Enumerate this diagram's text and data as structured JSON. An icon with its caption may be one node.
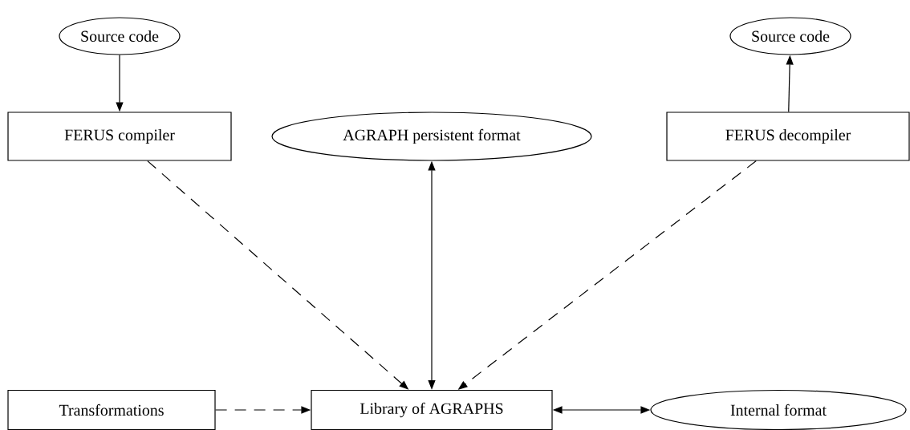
{
  "diagram": {
    "nodes": [
      {
        "text": [
          "Source code"
        ]
      },
      {
        "text": [
          "FERUS compiler"
        ]
      },
      {
        "text": [
          "AGRAPH persistent format"
        ]
      },
      {
        "text": [
          "Source code"
        ]
      },
      {
        "text": [
          "FERUS decompiler"
        ]
      },
      {
        "text": [
          "Transformations"
        ]
      },
      {
        "text": [
          "Library of AGRAPHS"
        ]
      },
      {
        "text": [
          "Internal format"
        ]
      }
    ],
    "edges": [
      {
        "from": 0,
        "to": 1,
        "arrow": "to"
      },
      {
        "from": 1,
        "to": 6,
        "arrow": "to",
        "style": "dashed"
      },
      {
        "from": 2,
        "to": 6,
        "arrow": "both"
      },
      {
        "from": 4,
        "to": 3,
        "arrow": "to"
      },
      {
        "from": 4,
        "to": 6,
        "arrow": "to",
        "style": "dashed"
      },
      {
        "from": 5,
        "to": 6,
        "arrow": "to",
        "style": "dashed"
      },
      {
        "from": 6,
        "to": 7,
        "arrow": "both"
      }
    ]
  }
}
